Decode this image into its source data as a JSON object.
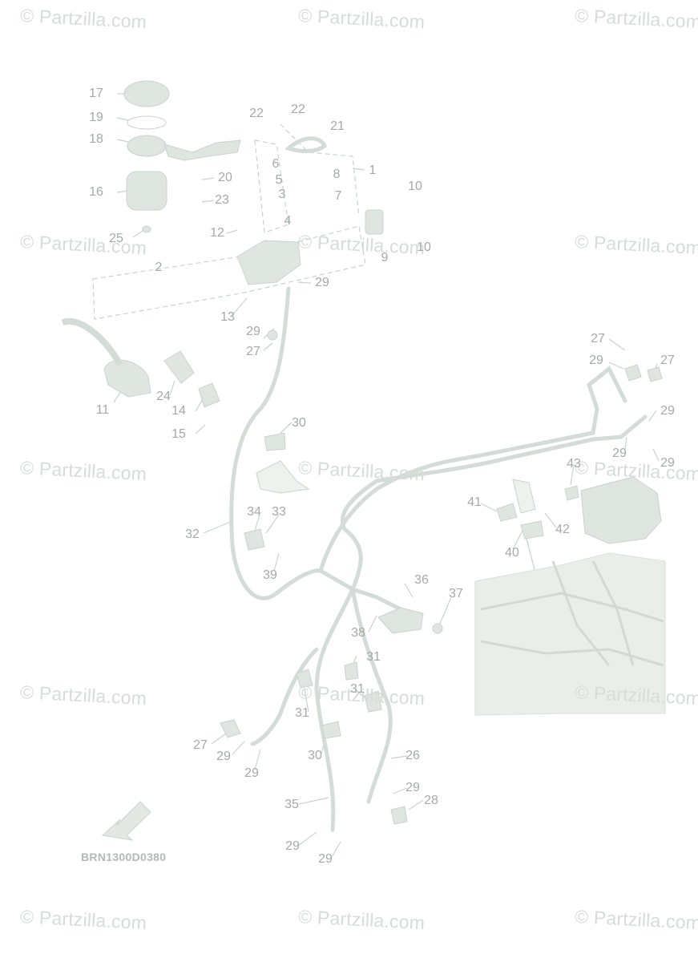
{
  "watermark": "© Partzilla.com",
  "diagram_code": "BRN1300D0380",
  "colors": {
    "line": "#c9d3ce",
    "part": "#dfe5e1",
    "label": "#a5aaa7",
    "watermark": "#d6dcd8"
  },
  "callouts": [
    "17",
    "19",
    "18",
    "16",
    "25",
    "20",
    "23",
    "22",
    "22",
    "21",
    "6",
    "5",
    "3",
    "4",
    "8",
    "7",
    "1",
    "10",
    "10",
    "12",
    "9",
    "2",
    "29",
    "13",
    "29",
    "27",
    "11",
    "24",
    "14",
    "15",
    "27",
    "29",
    "27",
    "29",
    "29",
    "29",
    "30",
    "43",
    "41",
    "42",
    "40",
    "34",
    "33",
    "32",
    "39",
    "36",
    "37",
    "38",
    "31",
    "31",
    "31",
    "27",
    "29",
    "29",
    "30",
    "26",
    "29",
    "28",
    "35",
    "29",
    "29"
  ]
}
